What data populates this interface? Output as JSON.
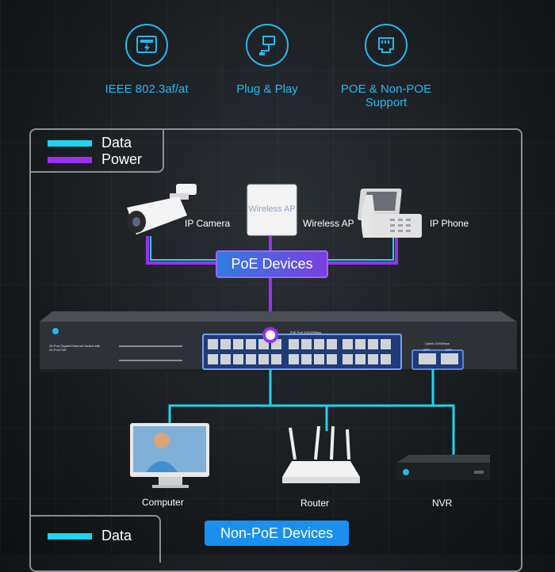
{
  "features": [
    {
      "icon": "network-port-icon",
      "label": "IEEE 802.3af/at"
    },
    {
      "icon": "plug-icon",
      "label": "Plug & Play"
    },
    {
      "icon": "ethernet-port-icon",
      "label": "POE & Non-POE Support"
    }
  ],
  "legend_top": {
    "data_label": "Data",
    "power_label": "Power"
  },
  "legend_bottom": {
    "data_label": "Data"
  },
  "colors": {
    "data": "#1fd4f0",
    "power": "#9b30f5",
    "accent": "#27b8f2"
  },
  "poe_devices": {
    "group_label": "PoE Devices",
    "ip_camera": "IP Camera",
    "wireless_ap": "Wireless AP",
    "wireless_ap_device_text": "Wireless AP",
    "ip_phone": "IP Phone"
  },
  "switch": {
    "model_text": "26-Port Gigabit Ethernet Switch with 24-Port PoE",
    "poe_port_text": "PoE Port 10/100Mbps",
    "uplink_text": "Uplink 1000Mbps",
    "sfp_text": "SFP"
  },
  "non_poe_devices": {
    "group_label": "Non-PoE Devices",
    "computer": "Computer",
    "router": "Router",
    "nvr": "NVR"
  }
}
